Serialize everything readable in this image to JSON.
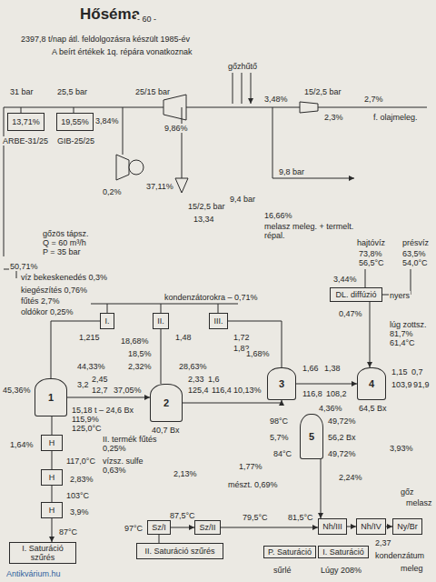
{
  "diagram": {
    "title": "Hőséma",
    "nodes": [
      {
        "text": [
          "13,71%"
        ]
      },
      {
        "text": [
          "19,55%"
        ]
      },
      {
        "text": [
          "DL. diffúzió"
        ]
      },
      {
        "text": [
          "I."
        ]
      },
      {
        "text": [
          "II."
        ]
      },
      {
        "text": [
          "III."
        ]
      },
      {
        "text": [
          "1"
        ]
      },
      {
        "text": [
          "2"
        ]
      },
      {
        "text": [
          "3"
        ]
      },
      {
        "text": [
          "4"
        ]
      },
      {
        "text": [
          "5"
        ]
      },
      {
        "text": [
          "H"
        ]
      },
      {
        "text": [
          "H"
        ]
      },
      {
        "text": [
          "H"
        ]
      },
      {
        "text": [
          "I. Saturáció szűrés"
        ]
      },
      {
        "text": [
          "Sz/I"
        ]
      },
      {
        "text": [
          "Sz/II"
        ]
      },
      {
        "text": [
          "Nh/III"
        ]
      },
      {
        "text": [
          "Nh/IV"
        ]
      },
      {
        "text": [
          "Ny/Br"
        ]
      },
      {
        "text": [
          "II. Saturáció szűrés"
        ]
      },
      {
        "text": [
          "P. Saturáció"
        ]
      },
      {
        "text": [
          "I. Saturáció"
        ]
      }
    ],
    "edges": [
      {
        "from": 6,
        "to": 7,
        "arrow": "to"
      },
      {
        "from": 7,
        "to": 8,
        "arrow": "to"
      },
      {
        "from": 8,
        "to": 9,
        "arrow": "to"
      },
      {
        "from": 6,
        "to": 11,
        "arrow": "none"
      },
      {
        "from": 11,
        "to": 12,
        "arrow": "none"
      },
      {
        "from": 12,
        "to": 13,
        "arrow": "none"
      },
      {
        "from": 13,
        "to": 14,
        "arrow": "to"
      },
      {
        "from": 3,
        "to": 6,
        "arrow": "none"
      },
      {
        "from": 4,
        "to": 7,
        "arrow": "none"
      },
      {
        "from": 5,
        "to": 8,
        "arrow": "none"
      },
      {
        "from": 2,
        "to": 9,
        "arrow": "to"
      },
      {
        "from": 10,
        "to": 17,
        "arrow": "to"
      },
      {
        "from": 15,
        "to": 16,
        "arrow": "to"
      },
      {
        "from": 16,
        "to": 17,
        "arrow": "to"
      },
      {
        "from": 17,
        "to": 18,
        "arrow": "to"
      },
      {
        "from": 18,
        "to": 19,
        "arrow": "to"
      },
      {
        "from": 15,
        "to": 20,
        "arrow": "none"
      }
    ],
    "labels": [
      "- 60 -",
      "2397,8 t/nap átl. feldolgozásra készült 1985-év",
      "A beírt értékek 1q. répára vonatkoznak",
      "gőzhűtő",
      "31 bar",
      "25,5 bar",
      "3,84%",
      "ARBE-31/25",
      "GIB-25/25",
      "25/15 bar",
      "9,86%",
      "3,48%",
      "15/2,5 bar",
      "2,7%",
      "2,3%",
      "f. olajmeleg.",
      "0,2%",
      "37,11%",
      "15/2,5 bar",
      "13,34",
      "9,8 bar",
      "9,4 bar",
      "16,66%",
      "melasz meleg. + termelt. répal.",
      "gőzös tápsz.",
      "Q = 60 m³/h",
      "P = 35 bar",
      "50,71%",
      "víz bekeskenedés 0,3%",
      "kiegészítés 0,76%",
      "fűtés 2,7%",
      "oldókor 0,25%",
      "kondenzátorokra – 0,71%",
      "1,215",
      "18,68%",
      "1,48",
      "1,72",
      "1,82",
      "18,5%",
      "44,33%",
      "2,32%",
      "28,63%",
      "1,68%",
      "45,36%",
      "3,2",
      "2,45",
      "12,7",
      "37,05%",
      "40,7 Bx",
      "2,33",
      "1,6",
      "125,4",
      "116,4",
      "10,13%",
      "1,66",
      "1,38",
      "116,8",
      "108,2",
      "4,36%",
      "1,15",
      "0,7",
      "103,9",
      "91,9",
      "64,5 Bx",
      "3,44%",
      "0,47%",
      "hajtóvíz",
      "présvíz",
      "73,8%",
      "56,5°C",
      "63,5%",
      "54,0°C",
      "nyers",
      "lúg zottsz.",
      "81,7%",
      "61,4°C",
      "15,18 t – 24,6 Bx",
      "115,9%",
      "125,0°C",
      "1,64%",
      "117,0°C",
      "2,83%",
      "103°C",
      "3,9%",
      "87°C",
      "II. termék fűtés 0,25%",
      "vízsz. sulfe 0,63%",
      "98°C",
      "49,72%",
      "5,7%",
      "56,2 Bx",
      "84°C",
      "49,72%",
      "2,13%",
      "1,77%",
      "mészt. 0,69%",
      "2,24%",
      "3,93%",
      "gőz",
      "melasz",
      "97°C",
      "87,5°C",
      "79,5°C",
      "81,5°C",
      "2,37",
      "kondenzátum",
      "meleg",
      "sűrlé",
      "Lúgy 208%",
      "Antikvárium.hu"
    ]
  }
}
